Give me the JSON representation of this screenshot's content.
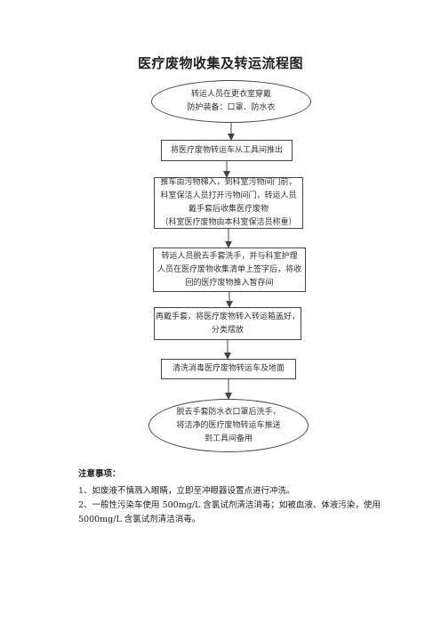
{
  "title": "医疗废物收集及转运流程图",
  "flow": {
    "nodes": [
      {
        "id": "n1",
        "shape": "ellipse",
        "lines": [
          "转运人员在更衣室穿戴",
          "防护装备：口罩、防水衣"
        ]
      },
      {
        "id": "n2",
        "shape": "rect",
        "lines": [
          "将医疗废物转运车从工具间推出"
        ]
      },
      {
        "id": "n3",
        "shape": "rect",
        "lines": [
          "推车由污物梯入，到科室污物间门前，",
          "科室保洁人员打开污物间门，转运人员",
          "戴手套后收集医疗废物",
          "（科室医疗废物由本科室保洁员称重）"
        ]
      },
      {
        "id": "n4",
        "shape": "rect",
        "lines": [
          "转运人员脱去手套洗手，并与科室护理",
          "人员在医疗废物收集清单上签字后，将收",
          "回的医疗废物推入暂存间"
        ]
      },
      {
        "id": "n5",
        "shape": "rect",
        "lines": [
          "再戴手套，将医疗废物转入转运箱盖好，",
          "分类摆放"
        ]
      },
      {
        "id": "n6",
        "shape": "rect",
        "lines": [
          "清洗消毒医疗废物转运车及地面"
        ]
      },
      {
        "id": "n7",
        "shape": "ellipse",
        "lines": [
          "脱去手套防水衣口罩后洗手，",
          "将洁净的医疗废物转运车推送",
          "到工具间备用"
        ]
      }
    ],
    "edges": [
      {
        "from": "n1",
        "to": "n2"
      },
      {
        "from": "n2",
        "to": "n3"
      },
      {
        "from": "n3",
        "to": "n4"
      },
      {
        "from": "n4",
        "to": "n5"
      },
      {
        "from": "n5",
        "to": "n6"
      },
      {
        "from": "n6",
        "to": "n7"
      }
    ]
  },
  "notes": {
    "heading": "注意事项：",
    "items": [
      "1、如废液不慎溅入眼睛，立即至冲眼器设置点进行冲洗。",
      "2、一般性污染车使用 500mg/L 含氯试剂清洁消毒；如被血液、体液污染，使用 5000mg/L 含氯试剂清洁消毒。"
    ]
  }
}
